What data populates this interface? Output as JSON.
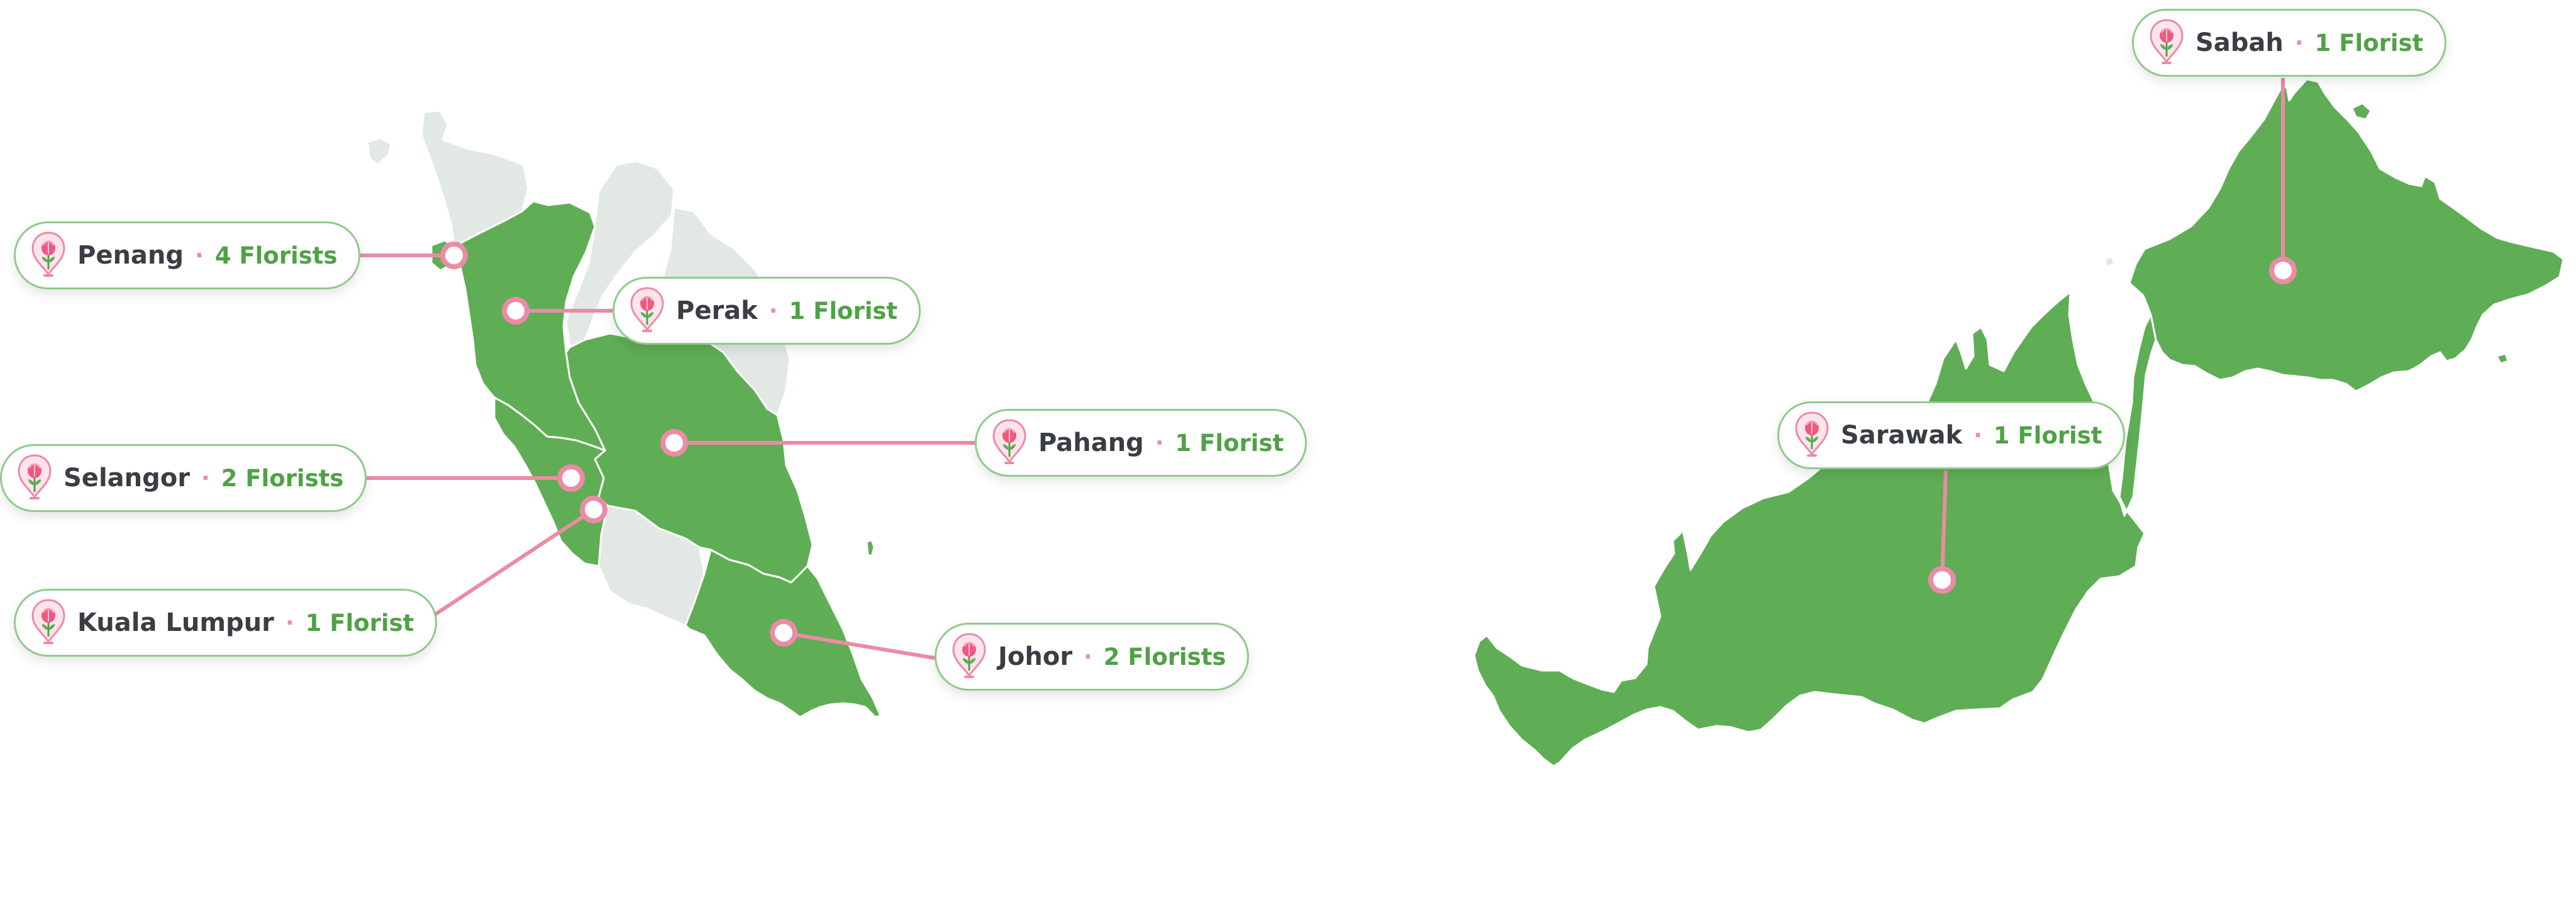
{
  "colors": {
    "active_state": "#5fae55",
    "inactive_state": "#e2e8e4",
    "connector": "#ec8ba6",
    "label_border": "#8fcb8a",
    "name_text": "#3a3d44",
    "count_text": "#4fa245",
    "separator": "#ec8ba6"
  },
  "separator": "·",
  "icon": "flower-pin-icon",
  "markers": [
    {
      "id": "penang",
      "name": "Penang",
      "count": "4 Florists"
    },
    {
      "id": "perak",
      "name": "Perak",
      "count": "1 Florist"
    },
    {
      "id": "pahang",
      "name": "Pahang",
      "count": "1 Florist"
    },
    {
      "id": "selangor",
      "name": "Selangor",
      "count": "2 Florists"
    },
    {
      "id": "kuala-lumpur",
      "name": "Kuala Lumpur",
      "count": "1 Florist"
    },
    {
      "id": "johor",
      "name": "Johor",
      "count": "2 Florists"
    },
    {
      "id": "sabah",
      "name": "Sabah",
      "count": "1 Florist"
    },
    {
      "id": "sarawak",
      "name": "Sarawak",
      "count": "1 Florist"
    }
  ]
}
